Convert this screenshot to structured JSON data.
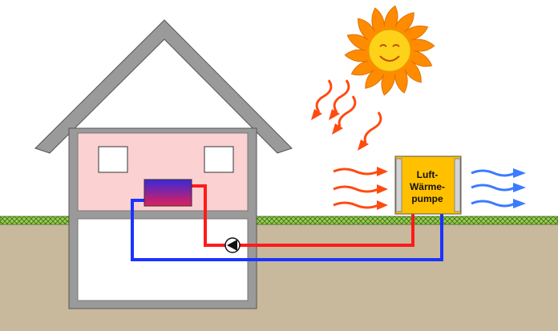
{
  "heat_pump": {
    "label_lines": [
      "Luft-",
      "Wärme-",
      "pumpe"
    ]
  },
  "colors": {
    "sky": "#ffffff",
    "ground": "#c8b89c",
    "grass": "#7fc23a",
    "house_wall": "#9a9a9a",
    "upper_room": "#fbd1d1",
    "lower_room": "#ffffff",
    "pump_body": "#ffc000",
    "pump_panel": "#d4d4d4",
    "pipe_hot": "#ff1a1a",
    "pipe_cold": "#1a33ff",
    "warm_air": "#ff4a10",
    "cool_air": "#3b7bff",
    "sun_rays": "#ff8c00",
    "sun_face": "#ffd21a"
  },
  "icons": [
    "sun-icon",
    "circulation-pump-icon",
    "radiator-icon"
  ]
}
